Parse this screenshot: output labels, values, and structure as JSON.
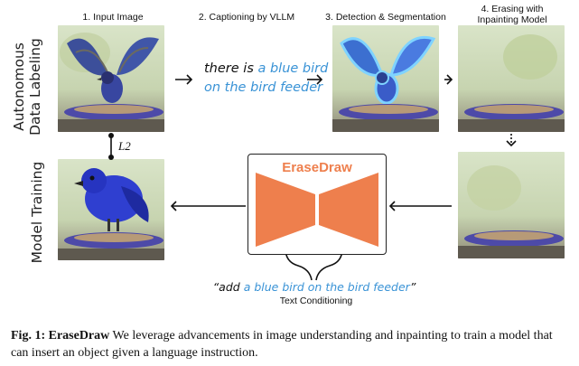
{
  "steps": {
    "s1": "1. Input Image",
    "s2": "2. Captioning by VLLM",
    "s3": "3. Detection & Segmentation",
    "s4_line1": "4. Erasing with",
    "s4_line2": "Inpainting Model"
  },
  "side_labels": {
    "top_line1": "Autonomous",
    "top_line2": "Data Labeling",
    "bottom": "Model Training"
  },
  "caption_box": {
    "prefix": "there is",
    "highlight_line1": "a blue bird",
    "highlight_line2": "on the bird feeder"
  },
  "loss_label": "L2",
  "model": {
    "name": "EraseDraw"
  },
  "prompt": {
    "open_quote": "“add",
    "highlight": "a blue bird on the bird feeder",
    "close_quote": "”"
  },
  "text_conditioning": "Text Conditioning",
  "figure_caption": {
    "label": "Fig. 1:",
    "name": "EraseDraw",
    "body": "We leverage advancements in image understanding and inpainting to train a model that can insert an object given a language instruction."
  },
  "colors": {
    "accent_orange": "#ee7f4d",
    "highlight_blue": "#3a93d6"
  }
}
